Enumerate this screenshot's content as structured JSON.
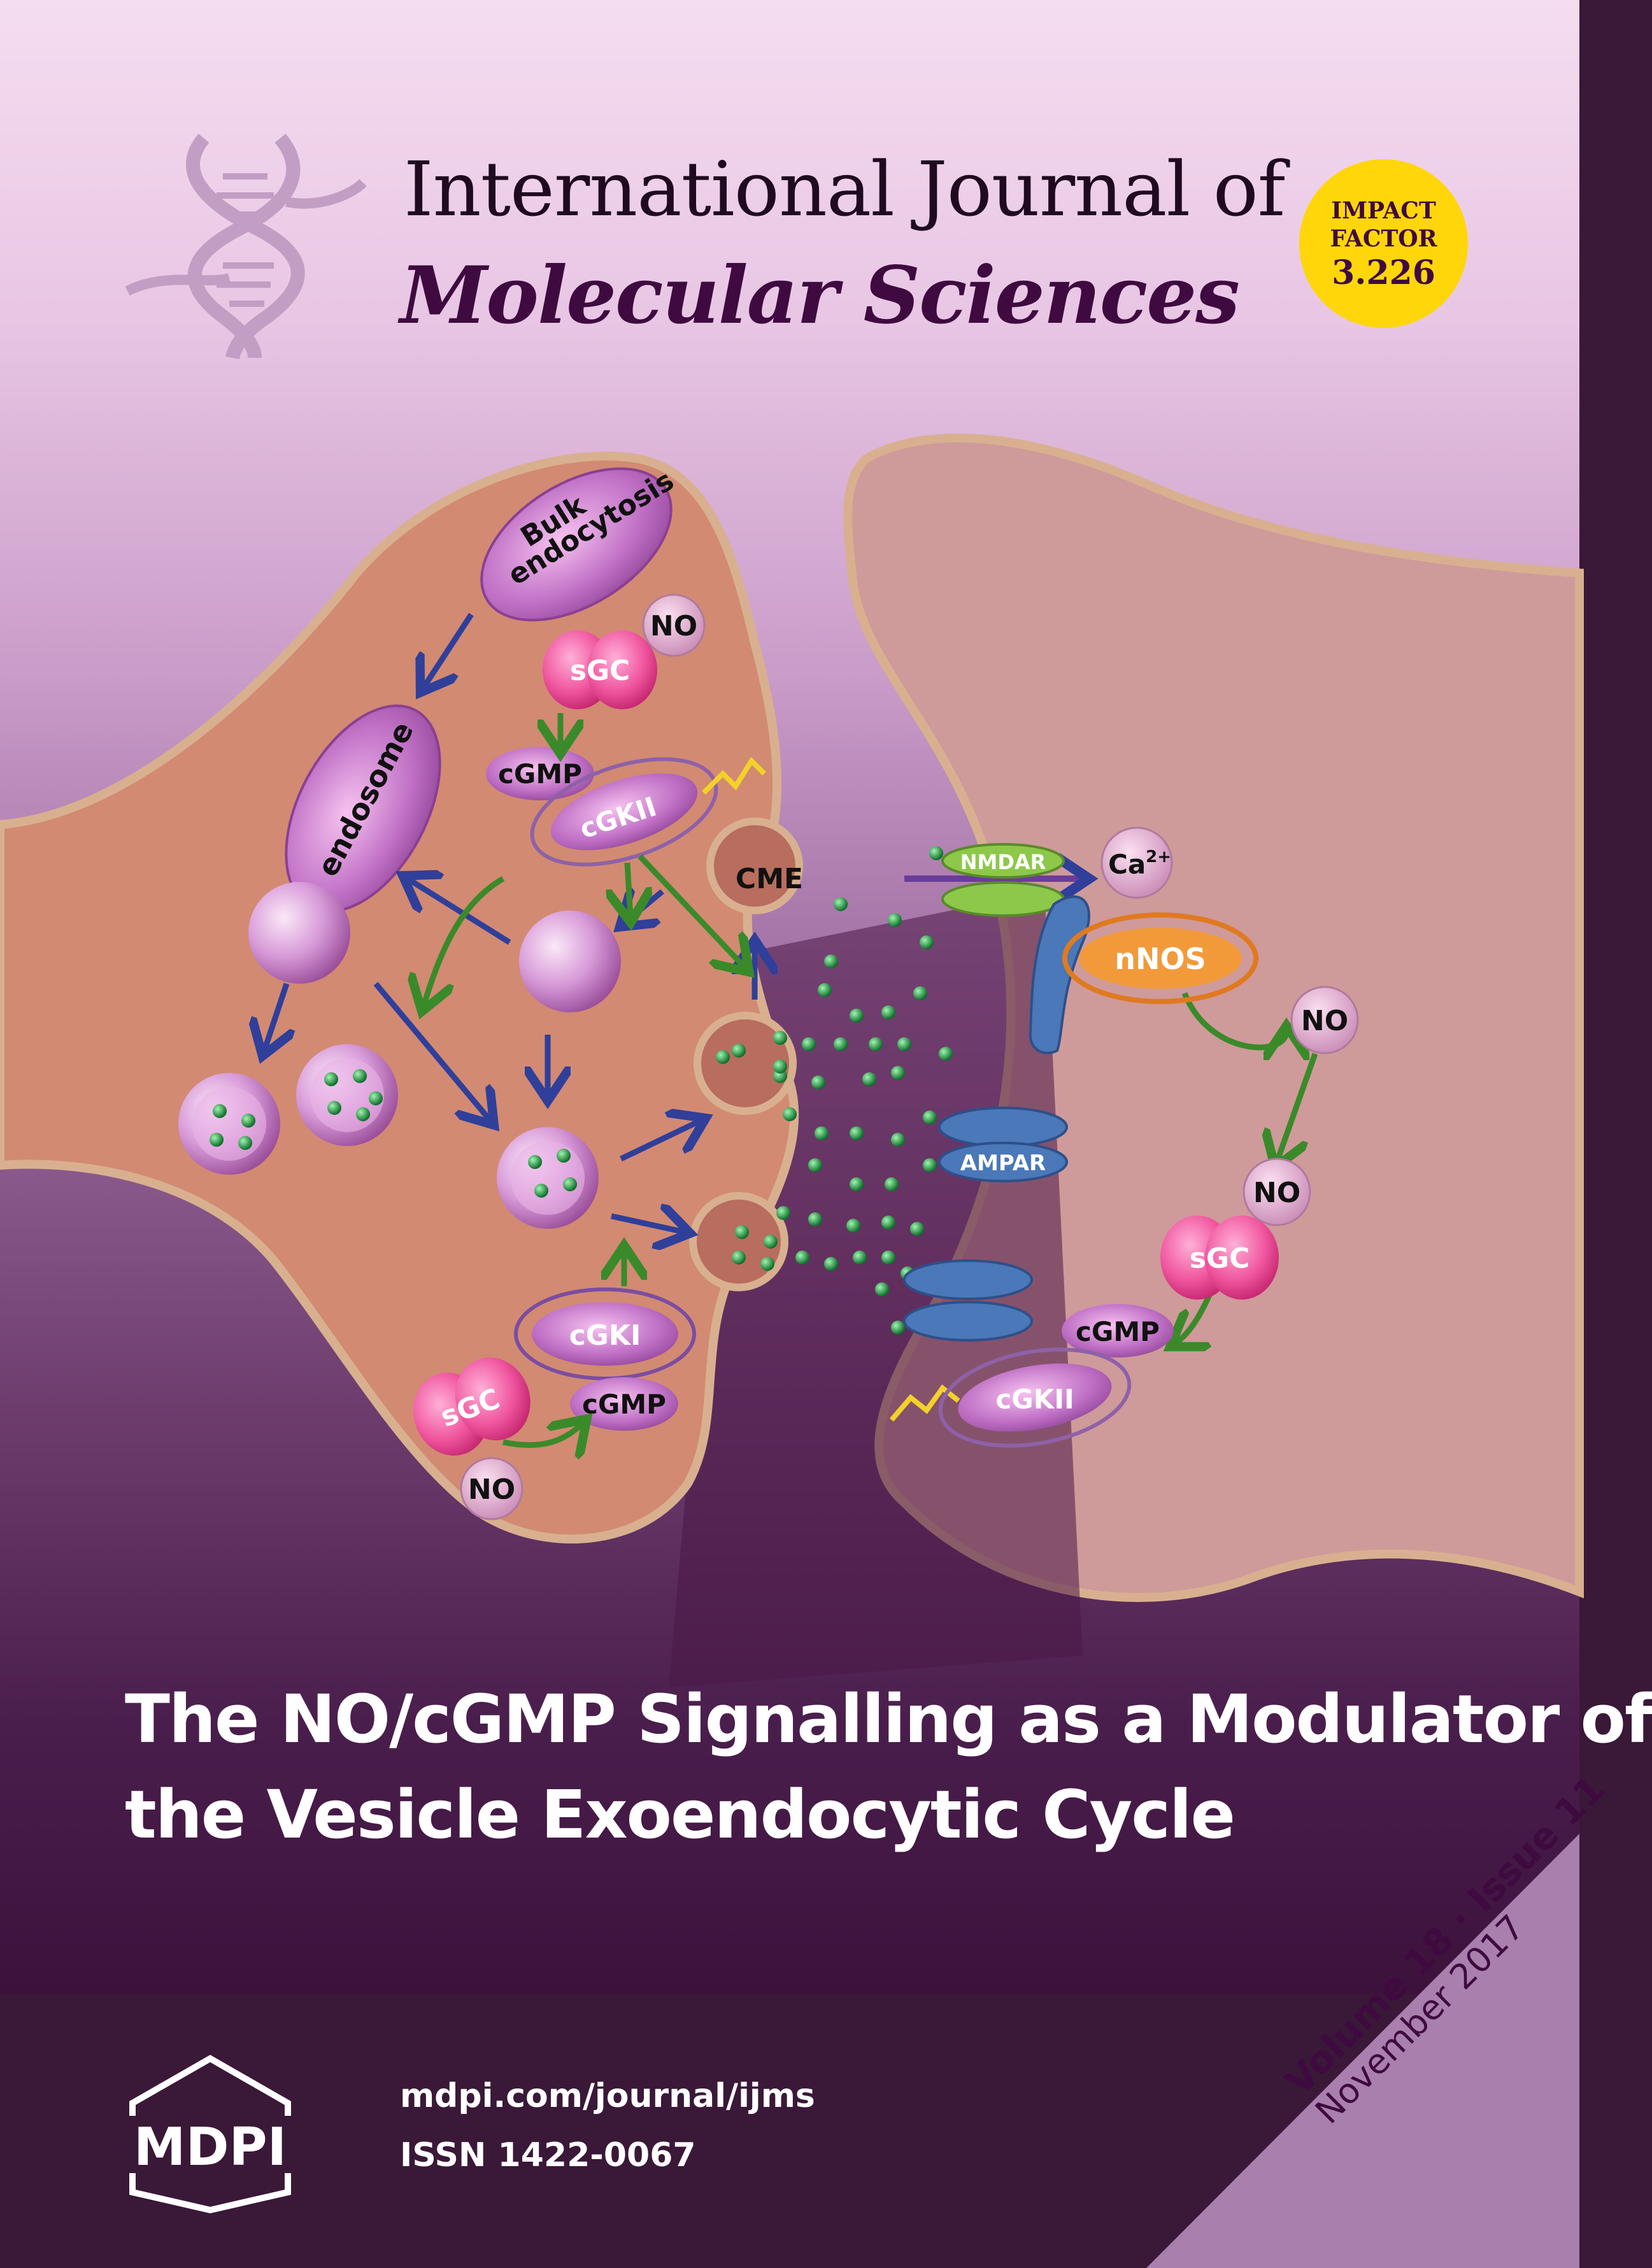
{
  "journal": {
    "name_line1": "International Journal of",
    "name_line2": "Molecular Sciences"
  },
  "impact_factor": {
    "label_line1": "IMPACT",
    "label_line2": "FACTOR",
    "value": "3.226"
  },
  "illustration": {
    "labels": {
      "bulk_line1": "Bulk",
      "bulk_line2": "endocytosis",
      "endosome": "endosome",
      "no": "NO",
      "sgc": "sGC",
      "cgmp": "cGMP",
      "cgkii": "cGKII",
      "cgki": "cGKI",
      "cme": "CME",
      "nmdar": "NMDAR",
      "ca": "Ca",
      "ca_sup": "2+",
      "nnos": "nNOS",
      "ampar": "AMPAR"
    }
  },
  "article": {
    "title_line1": "The NO/cGMP Signalling as a Modulator of",
    "title_line2": "the Vesicle Exoendocytic Cycle"
  },
  "publisher": {
    "logo_text": "MDPI",
    "url": "mdpi.com/journal/ijms",
    "issn": "ISSN 1422-0067"
  },
  "issue": {
    "volume_issue": "Volume 18 · Issue 11",
    "date": "November 2017"
  },
  "colors": {
    "brand_purple": "#3e0a40",
    "impact_yellow": "#ffd60a",
    "corner_lavender": "#a97fae",
    "vesicle_green": "#1f8a3a"
  }
}
